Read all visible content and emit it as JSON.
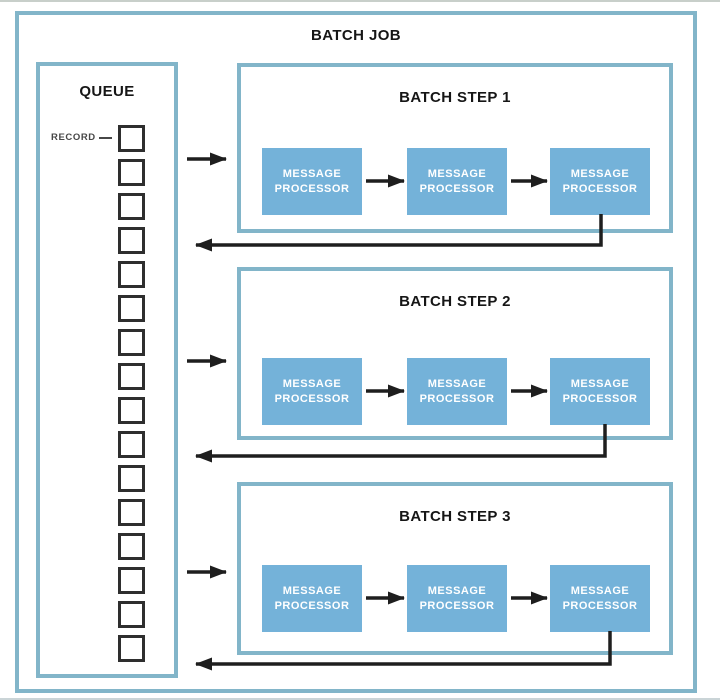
{
  "diagram": {
    "batch_job_title": "BATCH JOB",
    "queue": {
      "title": "QUEUE",
      "record_label": "RECORD",
      "record_count": 16
    },
    "steps": [
      {
        "title": "BATCH STEP 1",
        "processors": [
          "MESSAGE PROCESSOR",
          "MESSAGE PROCESSOR",
          "MESSAGE PROCESSOR"
        ]
      },
      {
        "title": "BATCH STEP 2",
        "processors": [
          "MESSAGE PROCESSOR",
          "MESSAGE PROCESSOR",
          "MESSAGE PROCESSOR"
        ]
      },
      {
        "title": "BATCH STEP 3",
        "processors": [
          "MESSAGE PROCESSOR",
          "MESSAGE PROCESSOR",
          "MESSAGE PROCESSOR"
        ]
      }
    ],
    "colors": {
      "box_border": "#82b5c9",
      "processor_fill": "#74b2d9",
      "processor_text": "#ffffff",
      "arrow": "#1e1e1e",
      "record_border": "#2e2e2e",
      "title_text": "#161616"
    }
  }
}
